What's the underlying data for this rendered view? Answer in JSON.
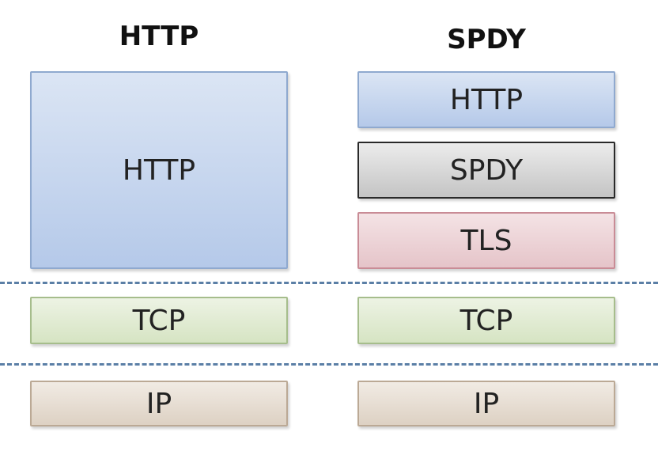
{
  "columns": {
    "left": {
      "title": "HTTP",
      "layers": [
        "HTTP",
        "TCP",
        "IP"
      ]
    },
    "right": {
      "title": "SPDY",
      "layers": [
        "HTTP",
        "SPDY",
        "TLS",
        "TCP",
        "IP"
      ]
    }
  },
  "colors": {
    "http": "#b5c9e9",
    "spdy": "#c4c4c4",
    "tls": "#e5c4c9",
    "tcp": "#d6e4c3",
    "ip": "#ddd1c3",
    "divider": "#5b7fa6"
  }
}
